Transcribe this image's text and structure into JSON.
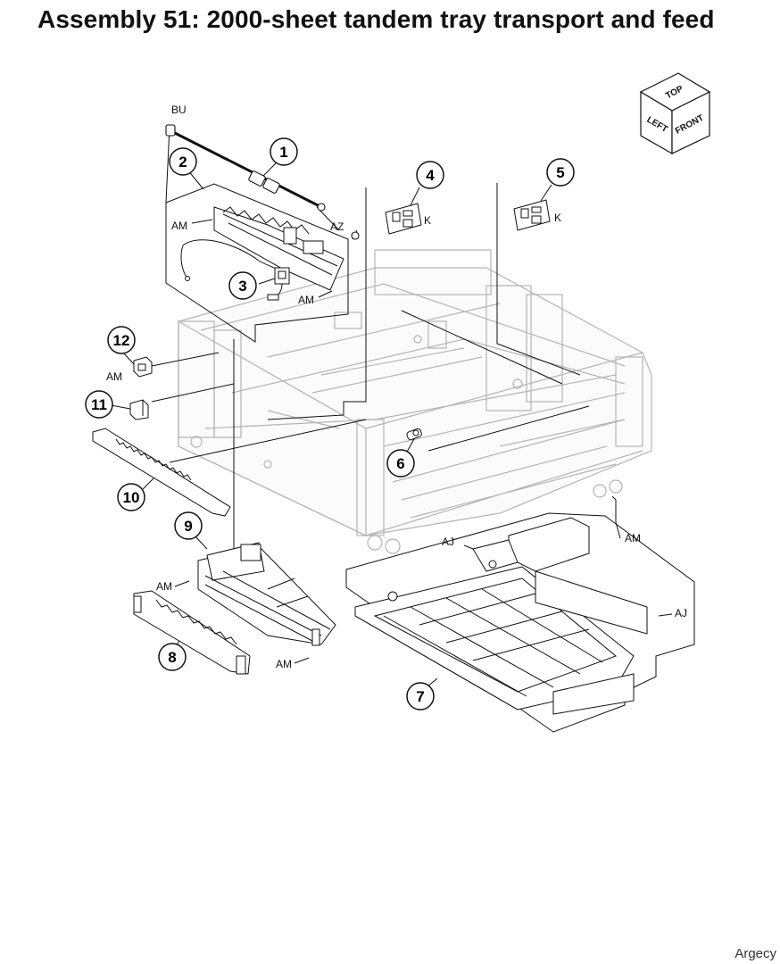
{
  "title": "Assembly 51: 2000-sheet tandem tray transport and feed",
  "watermark": "Argecy",
  "orientation_cube": {
    "top": "TOP",
    "left": "LEFT",
    "front": "FRONT"
  },
  "callouts": [
    "1",
    "2",
    "3",
    "4",
    "5",
    "6",
    "7",
    "8",
    "9",
    "10",
    "11",
    "12"
  ],
  "connector_labels": {
    "bu": "BU",
    "az": "AZ",
    "am": "AM",
    "k": "K",
    "aj": "AJ"
  }
}
